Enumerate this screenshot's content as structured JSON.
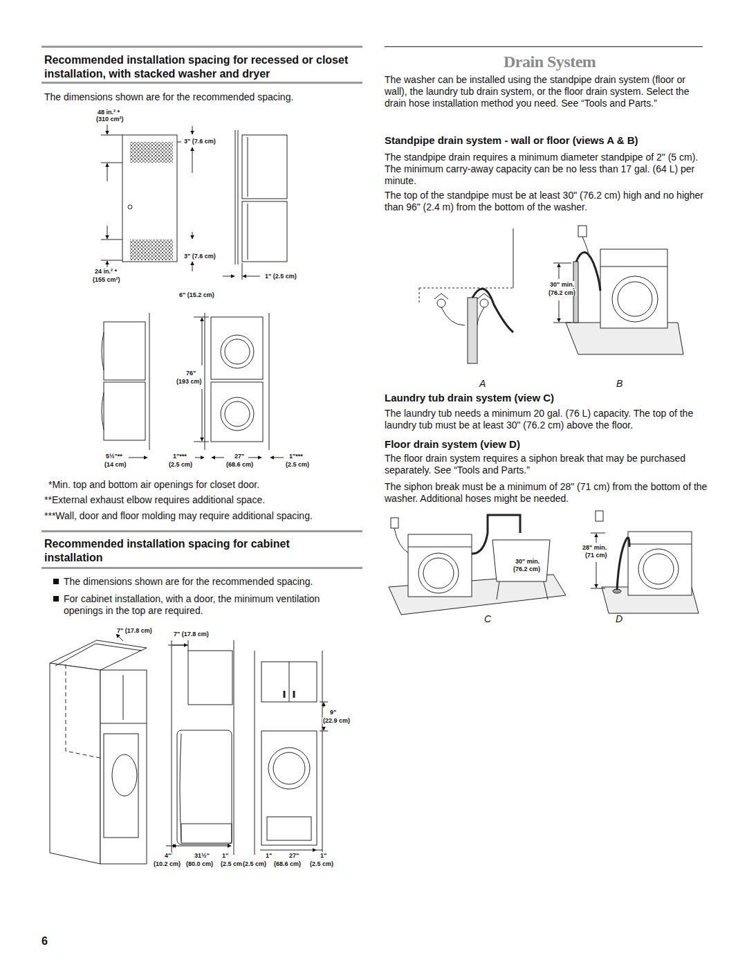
{
  "diagram": {
    "title": "Drain System",
    "labels": [
      "Recommended installation spacing for recessed or closet installation, with stacked washer and dryer",
      "The dimensions shown are for the recommended spacing.",
      "48 in.² *",
      "(310 cm²)",
      "3\" (7.6 cm)",
      "3\" (7.6 cm)",
      "24 in.² *",
      "(155 cm²)",
      "1\" (2.5 cm)",
      "6\" (15.2 cm)",
      "76\"",
      "(193 cm)",
      "5½\"**",
      "(14 cm)",
      "1\"***",
      "(2.5 cm)",
      "27\"",
      "(68.6 cm)",
      "1\"***",
      "(2.5 cm)",
      "*Min. top and bottom air openings for closet door.",
      "**External exhaust elbow requires additional space.",
      "***Wall, door and floor molding may require additional spacing.",
      "Recommended installation spacing for cabinet installation",
      "The dimensions shown are for the recommended spacing.",
      "For cabinet installation, with a door, the minimum ventilation openings in the top are required.",
      "7\" (17.8 cm)",
      "7\" (17.8 cm)",
      "9\"",
      "(22.9 cm)",
      "4\"",
      "31½\"",
      "1\"",
      "1\"",
      "27\"",
      "1\"",
      "(10.2 cm)",
      "(80.0 cm)",
      "(2.5 cm)",
      "(2.5 cm)",
      "(68.6 cm)",
      "(2.5 cm)",
      "The washer can be installed using the standpipe drain system (floor or wall), the laundry tub drain system, or the floor drain system. Select the drain hose installation method you need. See “Tools and Parts.”",
      "Standpipe drain system - wall or floor (views A & B)",
      "The standpipe drain requires a minimum diameter standpipe of 2\" (5 cm). The minimum carry-away capacity can be no less than 17 gal. (64 L) per minute.",
      "The top of the standpipe must be at least 30\" (76.2 cm) high and no higher than 96\" (2.4 m) from the bottom of the washer.",
      "30\" min.",
      "(76.2 cm)",
      "A",
      "B",
      "Laundry tub drain system (view C)",
      "The laundry tub needs a minimum 20 gal. (76 L) capacity. The top of the laundry tub must be at least 30\" (76.2 cm) above the floor.",
      "Floor drain system (view D)",
      "The floor drain system requires a siphon break that may be purchased separately. See “Tools and Parts.”",
      "The siphon break must be a minimum of 28\" (71 cm) from the bottom of the washer. Additional hoses might be needed.",
      "30\" min.",
      "(76.2 cm)",
      "28\" min.",
      "(71 cm)",
      "C",
      "D",
      "6"
    ]
  }
}
